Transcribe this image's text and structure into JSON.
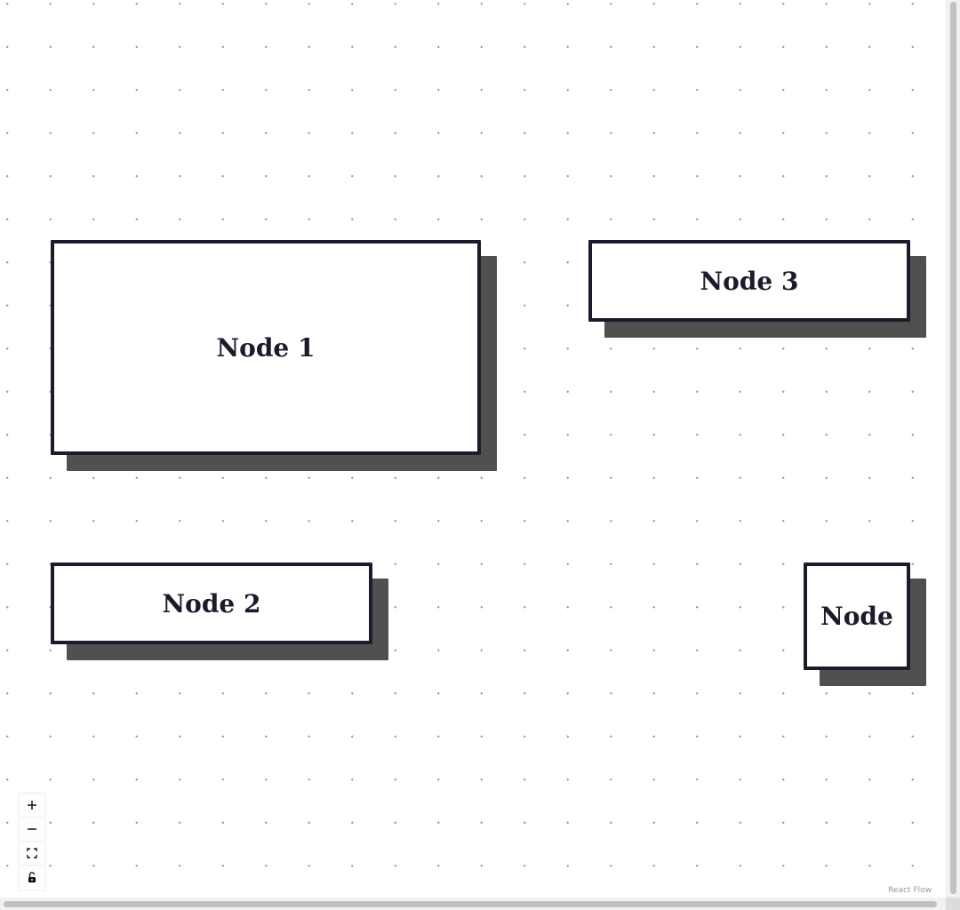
{
  "nodes": [
    {
      "id": "node1",
      "label": "Node 1"
    },
    {
      "id": "node2",
      "label": "Node 2"
    },
    {
      "id": "node3",
      "label": "Node 3"
    },
    {
      "id": "node4",
      "label": "Node"
    }
  ],
  "controls": [
    {
      "name": "zoom-in-button",
      "icon": "plus-icon"
    },
    {
      "name": "zoom-out-button",
      "icon": "minus-icon"
    },
    {
      "name": "fit-view-button",
      "icon": "fit-view-icon"
    },
    {
      "name": "lock-button",
      "icon": "unlock-icon"
    }
  ],
  "attribution": "React Flow",
  "colors": {
    "node_border": "#1c1a2b",
    "node_shadow": "#505050",
    "dots": "#9a9a9a",
    "background": "#ffffff"
  }
}
